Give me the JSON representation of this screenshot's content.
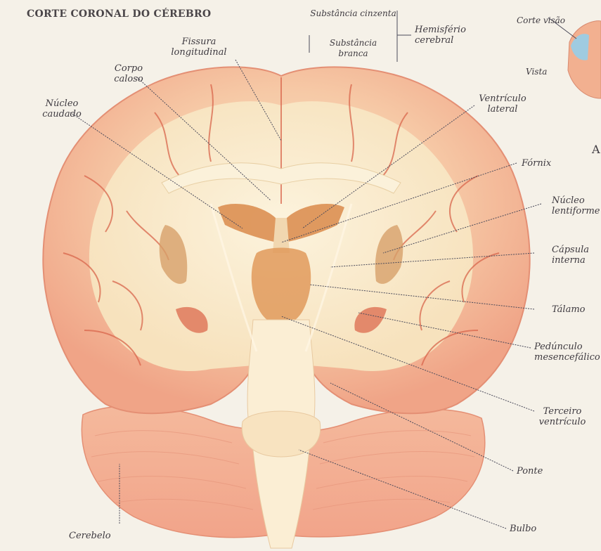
{
  "title": "CORTE CORONAL DO CÉREBRO",
  "labels": {
    "substancia_cinzenta": "Substância cinzenta",
    "substancia_branca": "Substância branca",
    "hemisferio_cerebral": "Hemisfério cerebral",
    "corte_visao": "Corte visão",
    "visao_lateral_fragment": "Vista",
    "side_letter": "A",
    "fissura_longitudinal": "Fissura longitudinal",
    "corpo_caloso": "Corpo caloso",
    "nucleo_caudado": "Núcleo caudado",
    "ventriculo_lateral": "Ventrículo lateral",
    "fornix": "Fórnix",
    "nucleo_lentiforme": "Núcleo lentiforme",
    "capsula_interna": "Cápsula interna",
    "talamo": "Tálamo",
    "pedunculo_mesencefalico": "Pedúnculo mesencefálico",
    "terceiro_ventriculo": "Terceiro ventrículo",
    "ponte": "Ponte",
    "bulbo": "Bulbo",
    "cerebelo": "Cerebelo"
  },
  "colors": {
    "background": "#f5f1e8",
    "cortex_pink": "#f2a98f",
    "white_matter": "#f8e8c4",
    "vessel_red": "#c8503a",
    "nucleus_orange": "#d98a4a",
    "leader_line": "#4a4a5a"
  }
}
